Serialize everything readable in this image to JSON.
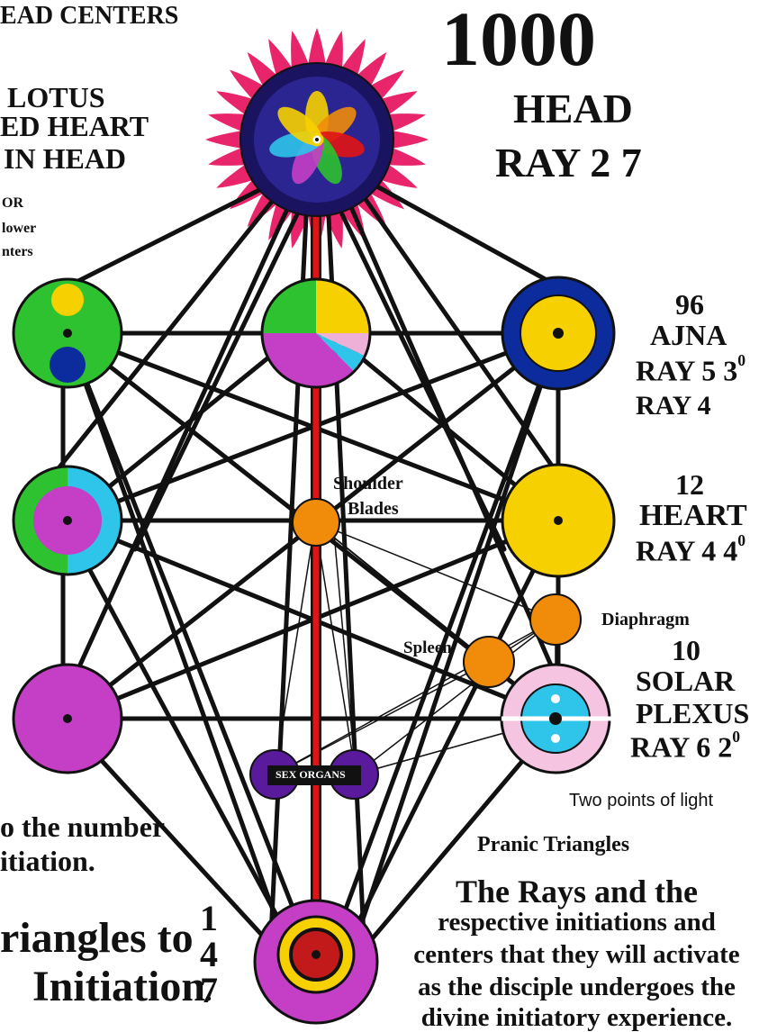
{
  "colors": {
    "line": "#111111",
    "stem": "#e01414",
    "green": "#2ec230",
    "gold": "#f7d000",
    "navy": "#0c2b9c",
    "purple": "#c43ec6",
    "skyblue": "#2fc4ea",
    "pink": "#eeb0d6",
    "lightpink": "#f4c4e0",
    "orange": "#f08c0a",
    "violet": "#5a1a9c",
    "dark_red": "#c21a1a",
    "petal": "#e8246a"
  },
  "labels": {
    "head_centers": "EAD CENTERS",
    "lotus_line1": "LOTUS",
    "lotus_line2": "ED HEART",
    "lotus_line3": "IN HEAD",
    "note_line1": "OR",
    "note_line2": "lower",
    "note_line3": "nters",
    "head_number": "1000",
    "head_name": "HEAD",
    "head_ray": "RAY 2  7",
    "ajna_number": "96",
    "ajna_name": "AJNA",
    "ajna_ray": "RAY 5  3",
    "ajna_deg": "0",
    "ajna_ray2": "RAY 4",
    "heart_number": "12",
    "heart_name": "HEART",
    "heart_ray": "RAY 4  4",
    "heart_deg": "0",
    "shoulder_line1": "Shoulder",
    "shoulder_line2": "Blades",
    "spleen": "Spleen",
    "diaphragm": "Diaphragm",
    "solar_number": "10",
    "solar_name1": "SOLAR",
    "solar_name2": "PLEXUS",
    "solar_ray": "RAY 6  2",
    "solar_deg": "0",
    "sex_organs": "SEX ORGANS",
    "two_points": "Two points of light",
    "pranic": "Pranic Triangles",
    "number_line1": "o the number",
    "number_line2": "itiation.",
    "triangles_line1": "riangles to",
    "triangles_line2": "Initiation",
    "initiation_period": ".",
    "side_numbers": [
      "1",
      "4",
      "7"
    ],
    "rays_para": [
      "The Rays and the",
      "respective initiations and",
      "centers that they will activate",
      "as the disciple undergoes the",
      "divine initiatory experience."
    ]
  }
}
